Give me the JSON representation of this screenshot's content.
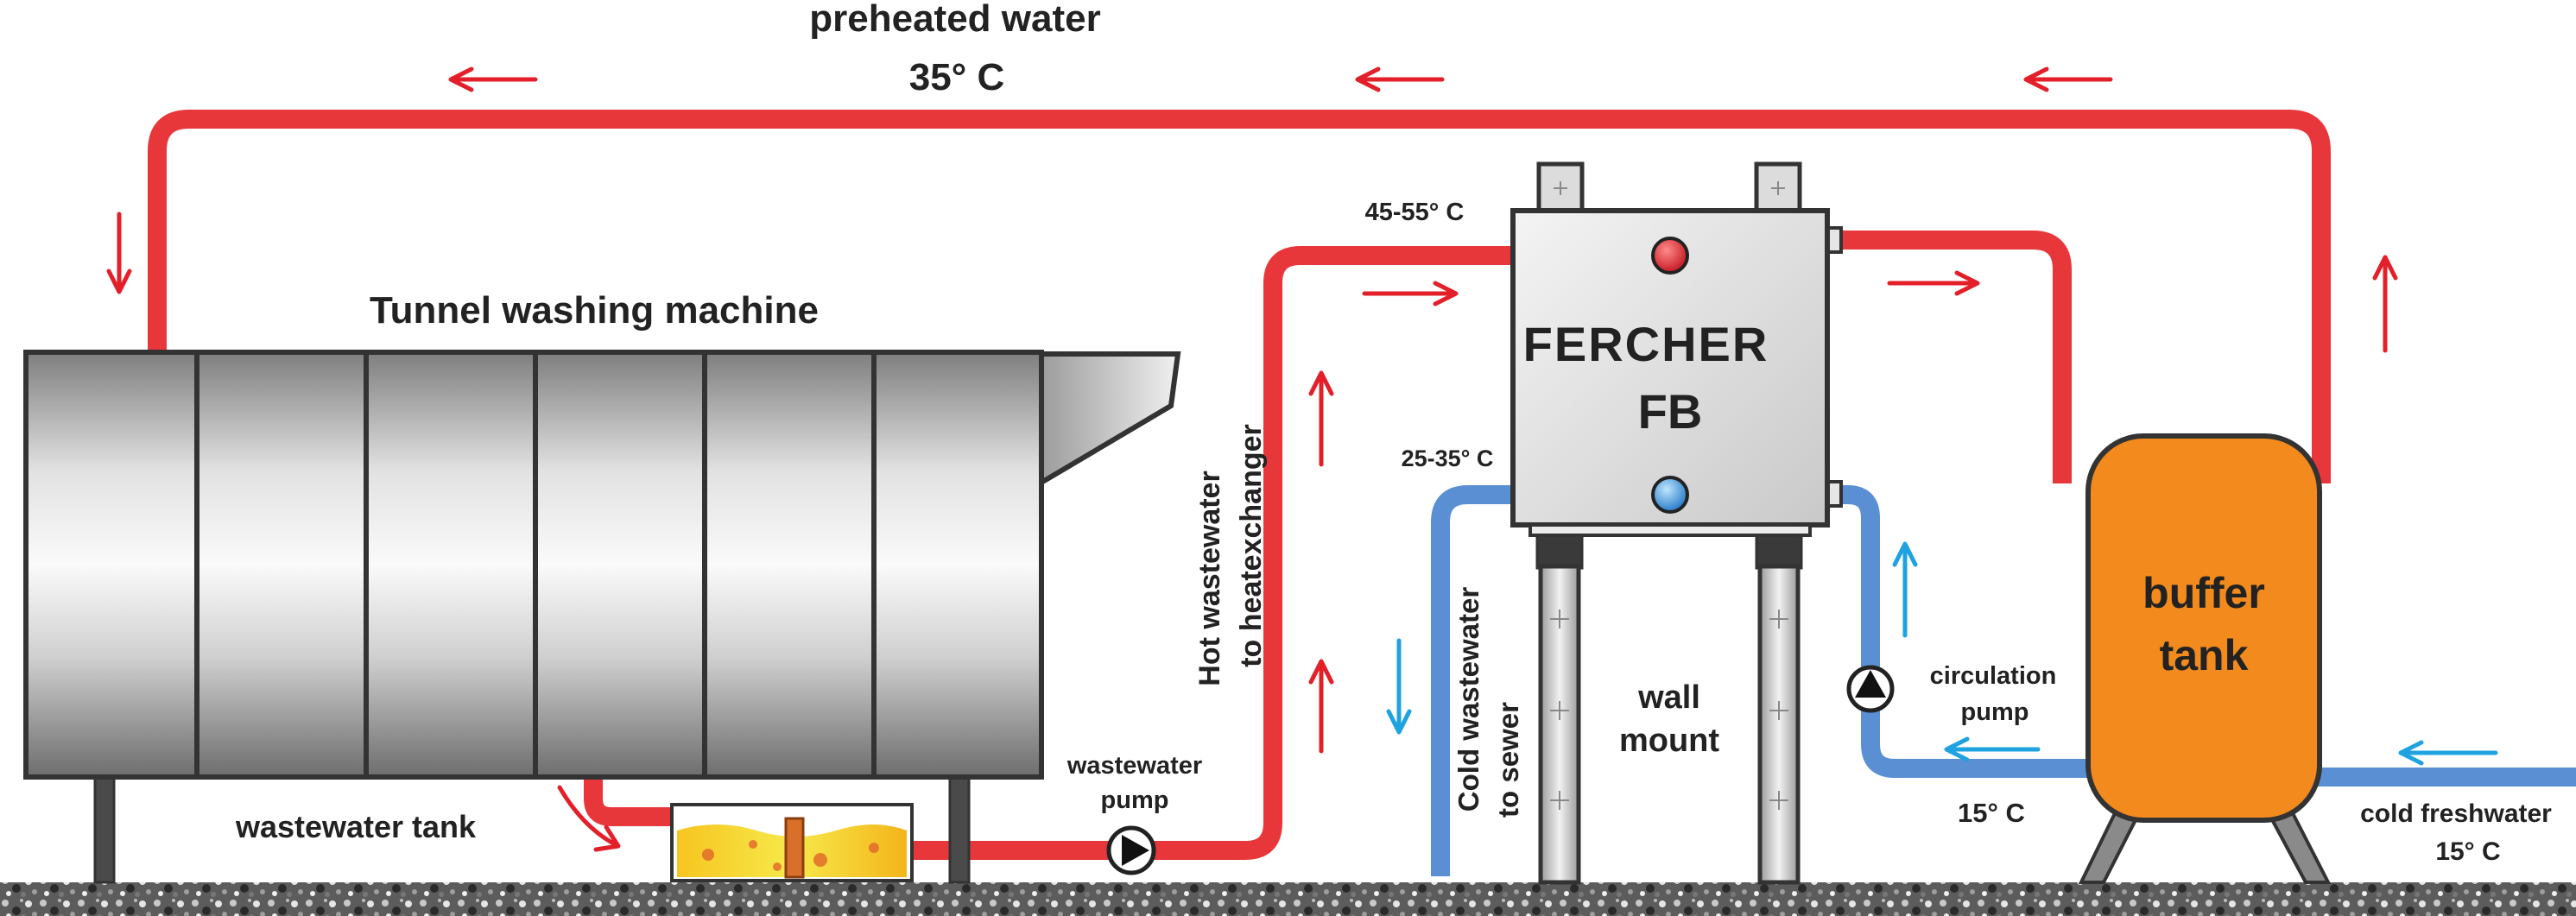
{
  "labels": {
    "preheated_title": "preheated water",
    "preheated_temp": "35° C",
    "machine": "Tunnel washing machine",
    "ww_tank": "wastewater tank",
    "ww_pump_l1": "wastewater",
    "ww_pump_l2": "pump",
    "hot_ww_l1": "Hot wastewater",
    "hot_ww_l2": "to heatexchanger",
    "hx_in_temp": "45-55° C",
    "hx_out_temp": "25-35° C",
    "hx_name_l1": "FERCHER",
    "hx_name_l2": "FB",
    "cold_ww_l1": "Cold wastewater",
    "cold_ww_l2": "to sewer",
    "wall_l1": "wall",
    "wall_l2": "mount",
    "circ_l1": "circulation",
    "circ_l2": "pump",
    "circ_temp": "15° C",
    "buffer_l1": "buffer",
    "buffer_l2": "tank",
    "fresh_l1": "cold freshwater",
    "fresh_l2": "15° C"
  },
  "colors": {
    "hot_pipe": "#e8373b",
    "cold_pipe": "#5b8fd4",
    "arrow_red": "#e3202a",
    "arrow_blue": "#1fa3e0",
    "buffer_tank": "#f28a1e",
    "outline": "#333333"
  }
}
